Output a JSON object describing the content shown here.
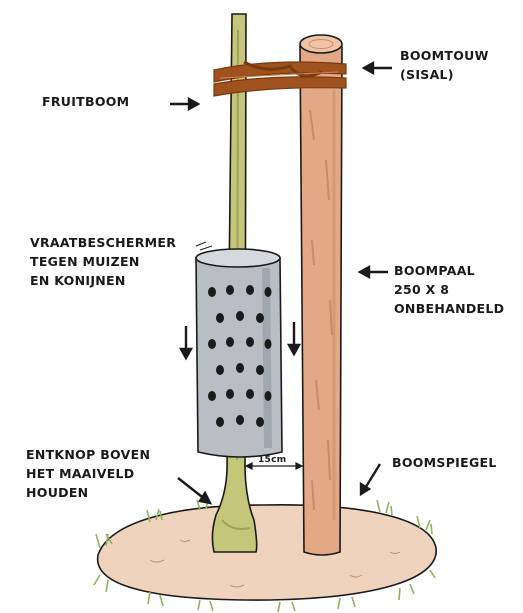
{
  "labels": {
    "fruit_tree": "FRUITBOOM",
    "tree_rope_line1": "BOOMTOUW",
    "tree_rope_line2": "(SISAL)",
    "guard_line1": "VRAATBESCHERMER",
    "guard_line2": "TEGEN MUIZEN",
    "guard_line3": "EN KONIJNEN",
    "stake_line1": "BOOMPAAL",
    "stake_line2": "250 X 8",
    "stake_line3": "ONBEHANDELD",
    "graft_line1": "ENTKNOP BOVEN",
    "graft_line2": "HET MAAIVELD",
    "graft_line3": "HOUDEN",
    "tree_ring": "BOOMSPIEGEL",
    "distance": "15cm"
  },
  "colors": {
    "stake": "#e3a987",
    "stake_shadow": "#c98a6a",
    "trunk": "#c4c67a",
    "trunk_shadow": "#9ea25a",
    "rope": "#a0521e",
    "guard": "#b9bec4",
    "guard_shadow": "#9097a0",
    "ground": "#efd3bd",
    "grass": "#8fb25a",
    "ink": "#1a1a1a"
  }
}
